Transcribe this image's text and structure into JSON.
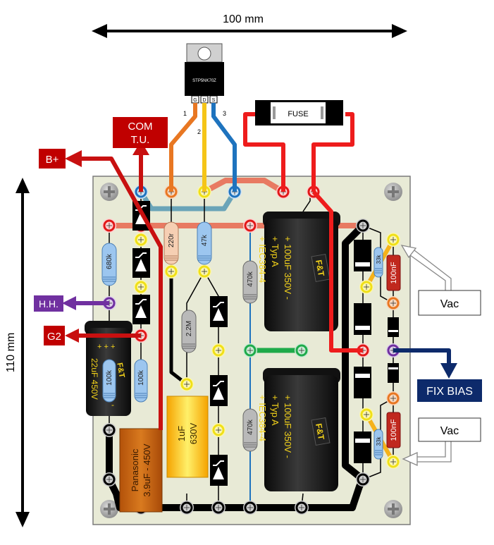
{
  "dimensions": {
    "width_label": "100 mm",
    "height_label": "110 mm"
  },
  "mosfet": {
    "part_number": "STP5NK70Z",
    "pins": [
      "G",
      "D",
      "S"
    ],
    "pin_numbers": [
      "1",
      "2",
      "3"
    ]
  },
  "fuse": {
    "label": "FUSE"
  },
  "labels": {
    "com_tu_line1": "COM",
    "com_tu_line2": "T.U.",
    "b_plus": "B+",
    "hh": "H.H.",
    "g2": "G2",
    "fix_bias": "FIX BIAS",
    "vac_top": "Vac",
    "vac_bottom": "Vac"
  },
  "resistors": {
    "r680k": "680k",
    "r220r": "220r",
    "r47k": "47k",
    "r470k_top": "470k",
    "r470k_bottom": "470k",
    "r2_2m": "2.2M",
    "r100k_a": "100k",
    "r100k_b": "100k",
    "r33k_top": "33k",
    "r33k_bottom": "33k"
  },
  "capacitors": {
    "big_top": {
      "line1": "+ 100uF 350V -",
      "line2": "+ Typ A",
      "line3": "+ IEC384-4",
      "brand": "F&T"
    },
    "big_bottom": {
      "line1": "+ 100uF 350V -",
      "line2": "+ Typ A",
      "line3": "+ IEC384-4",
      "brand": "F&T"
    },
    "small_elec": {
      "value": "22uF 450V",
      "brand": "F&T",
      "plus": "+  +  +",
      "minus": "-"
    },
    "film_orange": {
      "line1": "Panasonic",
      "line2": "3.9uF - 450V"
    },
    "film_yellow": {
      "line1": "1uF",
      "line2": "630V"
    },
    "c100nf_top": "100nF",
    "c100nf_bottom": "100nF"
  },
  "colors": {
    "board": "#e8ead6",
    "red_wire": "#ee1c1c",
    "dark_red_label": "#c00000",
    "purple": "#7030a0",
    "navy": "#0d2a6b",
    "orange_wire": "#e87722",
    "yellow_wire": "#f5c518",
    "blue_wire": "#1e73be",
    "salmon_trace": "#e87a62",
    "teal_trace": "#6aa4b8",
    "green": "#1faa4a"
  }
}
